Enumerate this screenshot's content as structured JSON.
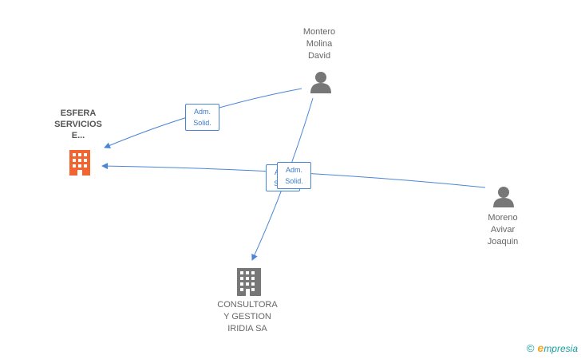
{
  "nodes": {
    "esfera": {
      "lines": [
        "ESFERA",
        "SERVICIOS",
        "E..."
      ],
      "color": "#f26430"
    },
    "consultora": {
      "lines": [
        "CONSULTORA",
        "Y GESTION",
        "IRIDIA SA"
      ],
      "color": "#777777"
    },
    "montero": {
      "lines": [
        "Montero",
        "Molina",
        "David"
      ],
      "color": "#777777"
    },
    "moreno": {
      "lines": [
        "Moreno",
        "Avivar",
        "Joaquin"
      ],
      "color": "#777777"
    }
  },
  "edges": {
    "montero_esfera": {
      "line1": "Adm.",
      "line2": "Solid."
    },
    "moreno_esfera_back": {
      "line1": "Adm.",
      "line2": "Solid."
    },
    "moreno_esfera": {
      "line1": "Adm.",
      "line2": "Solid."
    }
  },
  "edge_color": "#4a86d6",
  "brand": {
    "copyright": "©",
    "e": "e",
    "rest": "mpresia"
  }
}
